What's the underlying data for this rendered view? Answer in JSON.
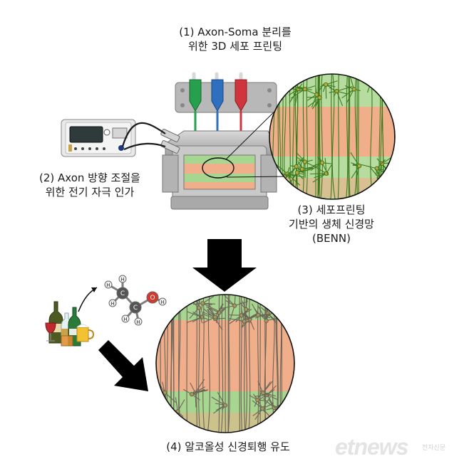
{
  "labels": {
    "step1": [
      "(1) Axon-Soma 분리를",
      "위한 3D 세포 프린팅"
    ],
    "step2": [
      "(2) Axon 방향 조절을",
      "위한 전기 자극 인가"
    ],
    "step3": [
      "(3) 세포프린팅",
      "기반의 생체 신경망",
      "(BENN)"
    ],
    "step4": "(4) 알코올성 신경퇴행 유도"
  },
  "molecule_atoms": [
    "H",
    "H",
    "C",
    "H",
    "H",
    "C",
    "O",
    "H",
    "H"
  ],
  "watermark": {
    "brand": "etnews",
    "sub": "전자신문"
  },
  "colors": {
    "green_band": "#a6d68f",
    "orange_band": "#f0ae8a",
    "neuron": "#3d7a1e",
    "degenerated": "#6b6458",
    "arrow": "#000000",
    "nozzle_green": "#27a04e",
    "nozzle_blue": "#2e6fc0",
    "nozzle_red": "#d0343c"
  }
}
